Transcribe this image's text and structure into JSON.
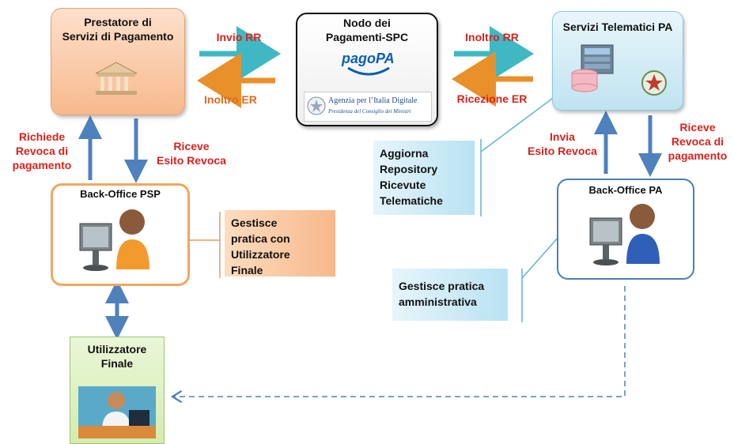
{
  "nodes": {
    "psp": {
      "line1": "Prestatore  di",
      "line2": "Servizi di Pagamento"
    },
    "nodo": {
      "line1": "Nodo dei",
      "line2": "Pagamenti-SPC",
      "logo": "pagoPA",
      "agency_line1": "Agenzia per l’Italia Digitale",
      "agency_line2": "Presidenza del Consiglio dei Ministri"
    },
    "servizi_pa": {
      "title": "Servizi Telematici PA"
    },
    "bo_psp": {
      "title": "Back-Office PSP"
    },
    "bo_pa": {
      "title": "Back-Office PA"
    },
    "uf": {
      "line1": "Utilizzatore",
      "line2": "Finale"
    }
  },
  "arrows": {
    "invio_rr": "Invio RR",
    "inoltro_er": "Inoltro ER",
    "inoltro_rr": "Inoltro RR",
    "ricezione_er": "Ricezione ER",
    "richiede": [
      "Richiede",
      "Revoca di",
      "pagamento"
    ],
    "riceve_esito": [
      "Riceve",
      "Esito Revoca"
    ],
    "invia_esito": [
      "Invia",
      "Esito Revoca"
    ],
    "riceve_revoca": [
      "Riceve",
      "Revoca di",
      "pagamento"
    ]
  },
  "notes": {
    "gestisce_uf": [
      "Gestisce",
      "pratica con",
      "Utilizzatore",
      "Finale"
    ],
    "aggiorna": [
      "Aggiorna",
      "Repository",
      "Ricevute",
      "Telematiche"
    ],
    "amministrativa": [
      "Gestisce pratica",
      "amministrativa"
    ]
  },
  "colors": {
    "arrow_teal": "#3fb8c4",
    "arrow_orange": "#e8902a",
    "arrow_blue": "#4f81bd",
    "label_red": "#d9221c",
    "label_orange": "#e06a1e"
  }
}
